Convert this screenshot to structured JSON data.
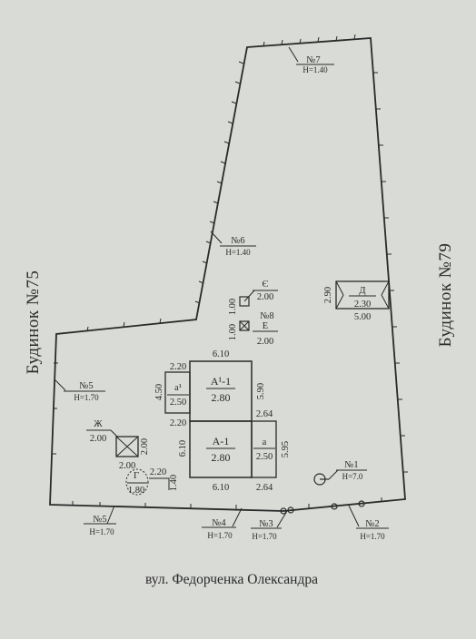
{
  "neighbors": {
    "left": "Будинок №75",
    "right": "Будинок №79"
  },
  "street": "вул. Федорченка Олександра",
  "fences": [
    {
      "id": "№7",
      "height": "Н=1.40"
    },
    {
      "id": "№6",
      "height": "Н=1.40"
    },
    {
      "id": "№5",
      "height": "Н=1.70"
    },
    {
      "id": "№5",
      "height": "Н=1.70"
    },
    {
      "id": "№4",
      "height": "Н=1.70"
    },
    {
      "id": "№3",
      "height": "Н=1.70"
    },
    {
      "id": "№2",
      "height": "Н=1.70"
    },
    {
      "id": "№1",
      "height": "Н=7.0"
    },
    {
      "id": "№8"
    }
  ],
  "buildings": {
    "a1_1": {
      "label": "А¹-1",
      "height": "2.80",
      "top": "6.10",
      "side": "5.90"
    },
    "a_1": {
      "label": "А-1",
      "height": "2.80",
      "left": "6.10",
      "bottom": "6.10"
    },
    "a1_small": {
      "label": "а¹",
      "height": "2.50",
      "top": "2.20",
      "side": "4.50",
      "bottom": "2.20"
    },
    "a_small": {
      "label": "а",
      "height": "2.50",
      "top": "2.64",
      "side": "5.95",
      "bottom": "2.64"
    },
    "d": {
      "label": "Д",
      "height": "2.30",
      "side": "2.90",
      "bottom": "5.00"
    },
    "zh": {
      "label": "Ж",
      "height": "2.00",
      "side": "2.00",
      "bottom": "2.00"
    },
    "ye": {
      "label": "Є",
      "height": "2.00",
      "side": "1.00"
    },
    "e": {
      "label": "Е",
      "height": "2.00",
      "side": "1.00"
    },
    "g": {
      "label": "Г",
      "height": "1.80",
      "top": "2.20",
      "side": "1.40"
    }
  }
}
